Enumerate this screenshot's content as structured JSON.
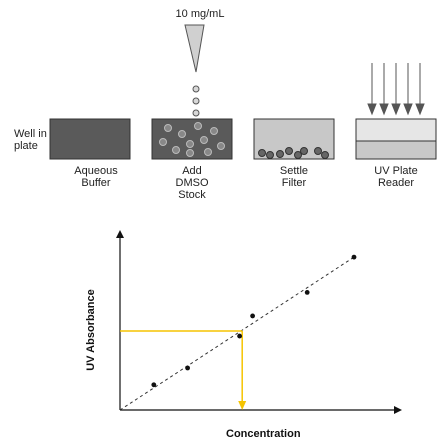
{
  "stock_label": "10 mg/mL",
  "well_label_line1": "Well in",
  "well_label_line2": "plate",
  "steps": [
    {
      "line1": "Aqueous",
      "line2": "Buffer",
      "line3": ""
    },
    {
      "line1": "Add",
      "line2": "DMSO",
      "line3": "Stock"
    },
    {
      "line1": "Settle",
      "line2": "Filter",
      "line3": ""
    },
    {
      "line1": "UV Plate",
      "line2": "Reader",
      "line3": ""
    }
  ],
  "chart_data": {
    "type": "scatter",
    "xlabel": "Concentration",
    "ylabel": "UV Absorbance",
    "xlim": [
      0,
      10
    ],
    "ylim": [
      0,
      10
    ],
    "points": [
      {
        "x": 1.3,
        "y": 1.5
      },
      {
        "x": 2.6,
        "y": 2.5
      },
      {
        "x": 4.6,
        "y": 4.4
      },
      {
        "x": 5.1,
        "y": 5.6
      },
      {
        "x": 7.2,
        "y": 7.0
      },
      {
        "x": 9.0,
        "y": 9.1
      }
    ],
    "trendline": {
      "x0": 0,
      "y0": 0,
      "x1": 9.0,
      "y1": 9.1,
      "style": "dashed"
    },
    "readout": {
      "y": 4.7,
      "x": 4.7,
      "color": "#f5c400"
    },
    "grid": false,
    "legend": "none"
  },
  "colors": {
    "buffer_fill": "#5a5a5a",
    "dmso_fill": "#5a5a5a",
    "filter_fill": "#c8c8c8",
    "reader_top": "#e6e6e6",
    "reader_bottom": "#c8c8c8",
    "readout_line": "#f5c400"
  }
}
